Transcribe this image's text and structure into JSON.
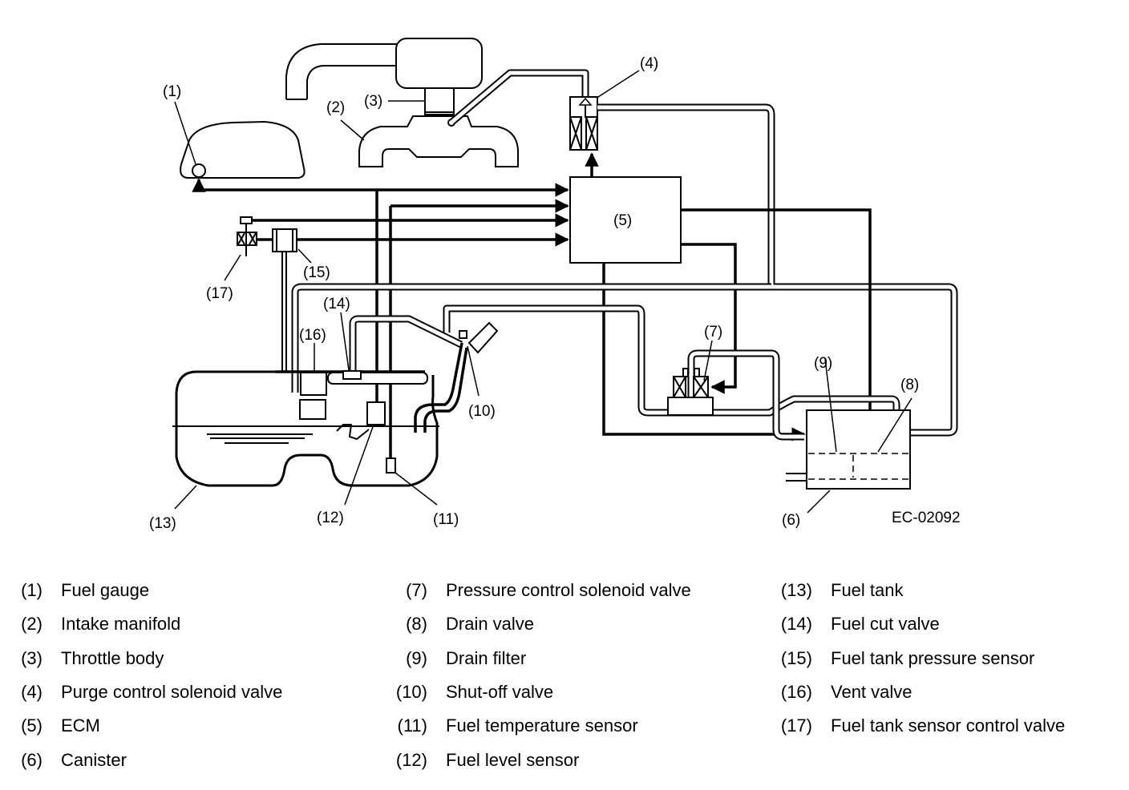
{
  "figure_code": "EC-02092",
  "callouts": {
    "c1": "(1)",
    "c2": "(2)",
    "c3": "(3)",
    "c4": "(4)",
    "c5": "(5)",
    "c6": "(6)",
    "c7": "(7)",
    "c8": "(8)",
    "c9": "(9)",
    "c10": "(10)",
    "c11": "(11)",
    "c12": "(12)",
    "c13": "(13)",
    "c14": "(14)",
    "c15": "(15)",
    "c16": "(16)",
    "c17": "(17)"
  },
  "legend": [
    {
      "num": "(1)",
      "label": "Fuel gauge"
    },
    {
      "num": "(2)",
      "label": "Intake manifold"
    },
    {
      "num": "(3)",
      "label": "Throttle body"
    },
    {
      "num": "(4)",
      "label": "Purge control solenoid valve"
    },
    {
      "num": "(5)",
      "label": "ECM"
    },
    {
      "num": "(6)",
      "label": "Canister"
    },
    {
      "num": "(7)",
      "label": "Pressure control solenoid valve"
    },
    {
      "num": "(8)",
      "label": "Drain valve"
    },
    {
      "num": "(9)",
      "label": "Drain filter"
    },
    {
      "num": "(10)",
      "label": "Shut-off valve"
    },
    {
      "num": "(11)",
      "label": "Fuel temperature sensor"
    },
    {
      "num": "(12)",
      "label": "Fuel level sensor"
    },
    {
      "num": "(13)",
      "label": "Fuel tank"
    },
    {
      "num": "(14)",
      "label": "Fuel cut valve"
    },
    {
      "num": "(15)",
      "label": "Fuel tank pressure sensor"
    },
    {
      "num": "(16)",
      "label": "Vent valve"
    },
    {
      "num": "(17)",
      "label": "Fuel tank sensor control valve"
    }
  ]
}
